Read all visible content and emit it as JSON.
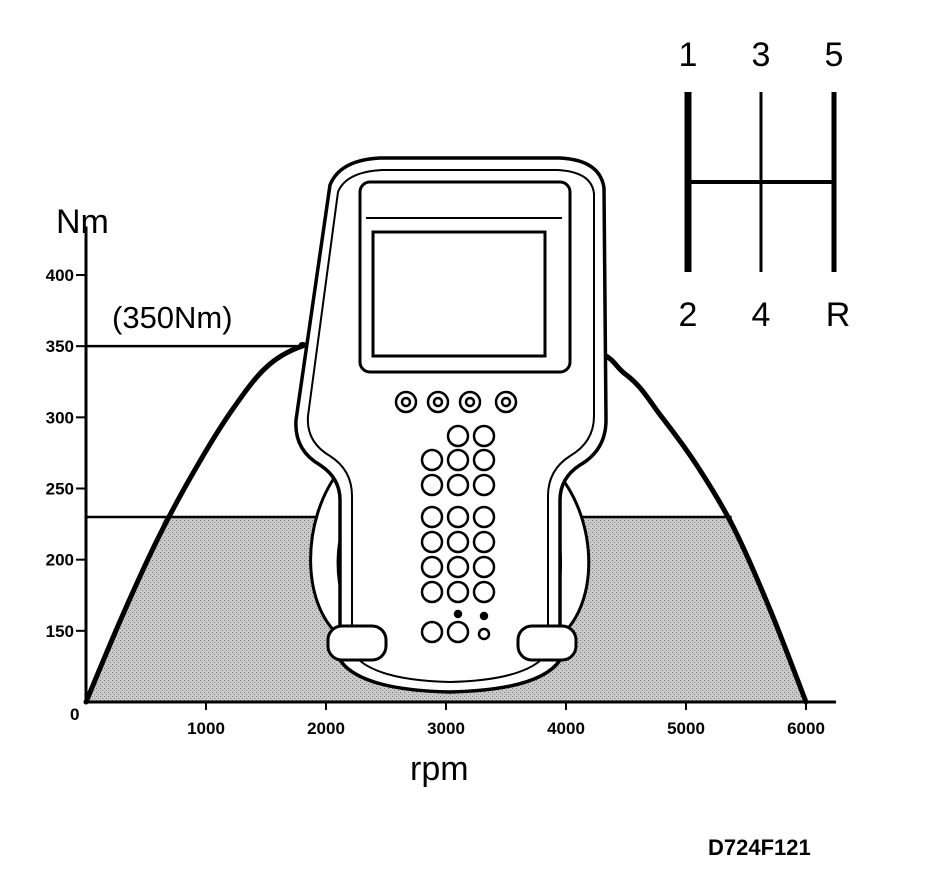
{
  "chart_data": {
    "type": "area",
    "ylabel": "Nm",
    "xlabel": "rpm",
    "xlim": [
      0,
      6000
    ],
    "ylim": [
      100,
      420
    ],
    "x_ticks": [
      "1000",
      "2000",
      "3000",
      "4000",
      "5000",
      "6000"
    ],
    "y_ticks": [
      "150",
      "200",
      "250",
      "300",
      "350",
      "400"
    ],
    "origin_label": "0",
    "peak_label": "(350Nm)",
    "peak_torque": 350,
    "shaded_level": 230,
    "curve": {
      "x": [
        0,
        300,
        600,
        900,
        1200,
        1500,
        1800,
        2000,
        4000,
        4500,
        4800,
        5100,
        5400,
        5700,
        6000
      ],
      "y": [
        100,
        160,
        215,
        262,
        303,
        335,
        350,
        350,
        350,
        330,
        300,
        265,
        222,
        165,
        100
      ]
    },
    "shaded": {
      "x": [
        0,
        300,
        600,
        650,
        5380,
        5700,
        6000
      ],
      "y": [
        100,
        160,
        215,
        230,
        230,
        165,
        100
      ]
    }
  },
  "gear_pattern": {
    "top": [
      "1",
      "3",
      "5"
    ],
    "bottom": [
      "2",
      "4",
      "R"
    ]
  },
  "figure_code": "D724F121"
}
